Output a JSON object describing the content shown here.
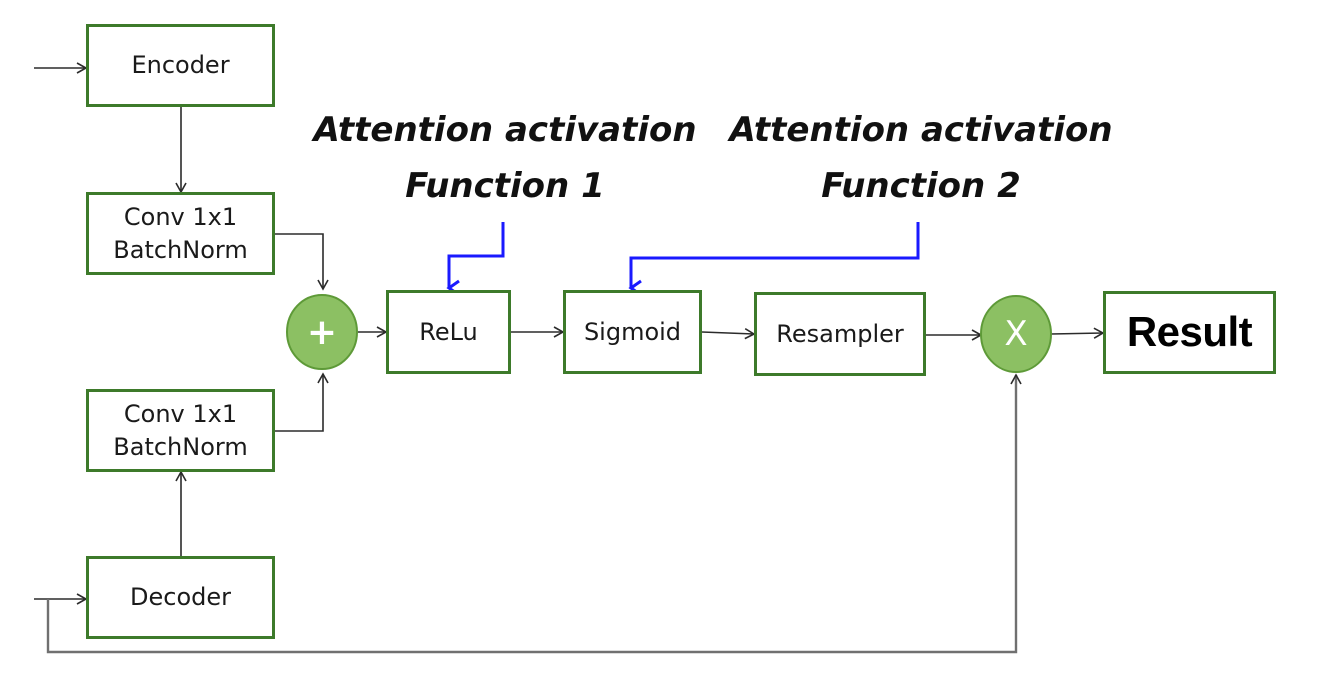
{
  "nodes": {
    "encoder": "Encoder",
    "conv_top": [
      "Conv 1x1",
      "BatchNorm"
    ],
    "conv_bottom": [
      "Conv 1x1",
      "BatchNorm"
    ],
    "decoder": "Decoder",
    "relu": "ReLu",
    "sigmoid": "Sigmoid",
    "resampler": "Resampler",
    "result": "Result"
  },
  "operators": {
    "add": "+",
    "multiply": "X"
  },
  "annotations": {
    "attention1": [
      "Attention  activation",
      "Function 1"
    ],
    "attention2": [
      "Attention  activation",
      "Function 2"
    ]
  },
  "colors": {
    "box_border": "#3d7a2a",
    "operator_fill": "#8cc063",
    "operator_border": "#5e9a38",
    "arrow": "#2b2b2b",
    "annotation_arrow": "#1a1aff",
    "skip_line": "#707070"
  }
}
